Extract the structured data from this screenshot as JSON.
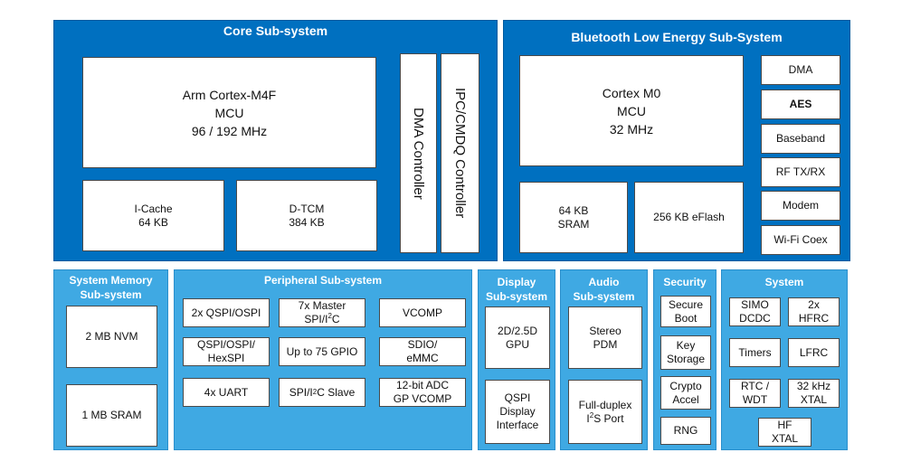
{
  "core": {
    "title": "Core Sub-system",
    "mcu": "Arm Cortex-M4F\nMCU\n96 / 192 MHz",
    "icache": "I-Cache\n64 KB",
    "dtcm": "D-TCM\n384 KB",
    "dma": "DMA Controller",
    "ipc": "IPC/CMDQ Controller"
  },
  "ble": {
    "title": "Bluetooth Low Energy Sub-System",
    "mcu": "Cortex M0\nMCU\n32 MHz",
    "sram": "64 KB\nSRAM",
    "eflash": "256 KB eFlash",
    "side": [
      "DMA",
      "AES",
      "Baseband",
      "RF TX/RX",
      "Modem",
      "Wi-Fi Coex"
    ]
  },
  "sysmem": {
    "title": "System Memory\nSub-system",
    "items": [
      "2 MB NVM",
      "1 MB SRAM"
    ]
  },
  "periph": {
    "title": "Peripheral Sub-system",
    "items": [
      "2x QSPI/OSPI",
      "7x Master",
      "SPI/I",
      "2",
      "C",
      "VCOMP",
      "QSPI/OSPI/\nHexSPI",
      "Up to 75 GPIO",
      "SDIO/\neMMC",
      "4x UART",
      "SPI/I",
      "2",
      "C Slave",
      "12-bit ADC\nGP VCOMP"
    ]
  },
  "display": {
    "title": "Display\nSub-system",
    "items": [
      "2D/2.5D\nGPU",
      "QSPI\nDisplay\nInterface"
    ]
  },
  "audio": {
    "title": "Audio\nSub-system",
    "items": [
      "Stereo\nPDM",
      "Full-duplex",
      "I",
      "2",
      "S Port"
    ]
  },
  "security": {
    "title": "Security",
    "items": [
      "Secure\nBoot",
      "Key\nStorage",
      "Crypto\nAccel",
      "RNG"
    ]
  },
  "system": {
    "title": "System",
    "items": [
      "SIMO\nDCDC",
      "2x\nHFRC",
      "Timers",
      "LFRC",
      "RTC /\nWDT",
      "32 kHz\nXTAL",
      "HF\nXTAL"
    ]
  },
  "colors": {
    "dark": "#0070c0",
    "light": "#3fa9e3"
  }
}
